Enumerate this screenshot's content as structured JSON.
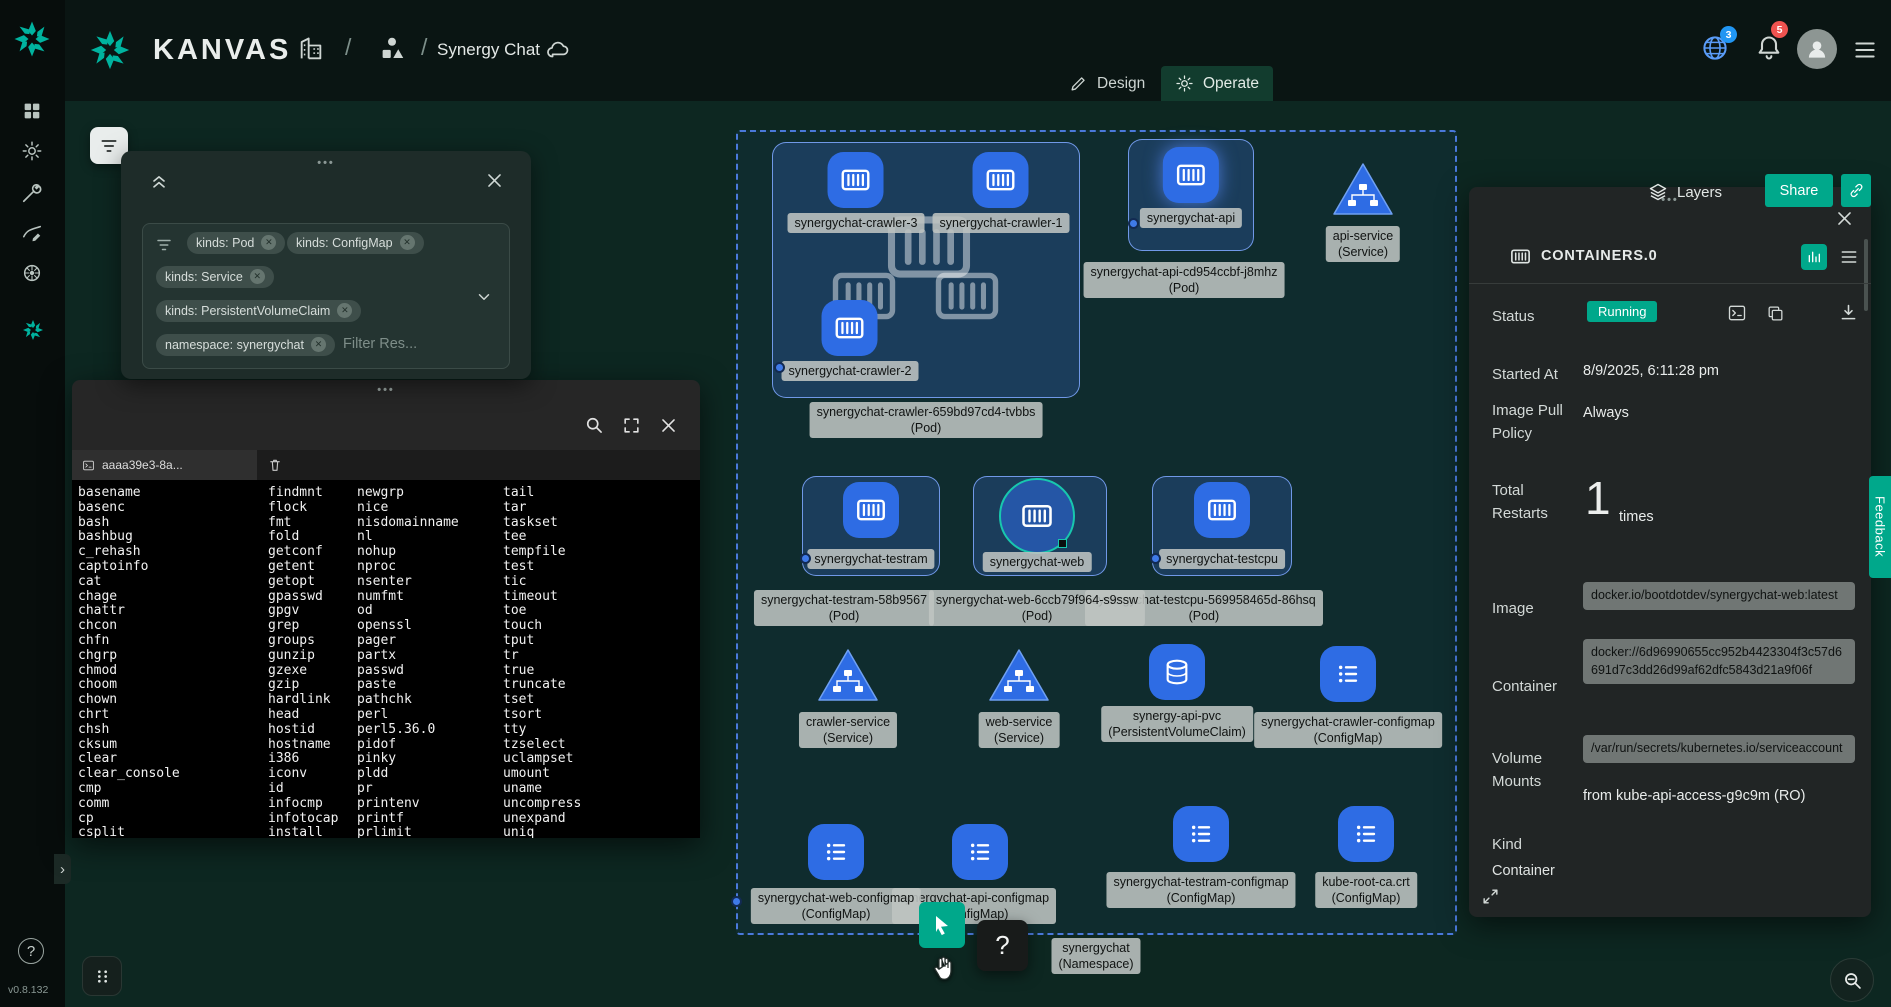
{
  "app": {
    "brand": "KANVAS",
    "version": "v0.8.132"
  },
  "glyphs": {
    "more": "•••",
    "question": "?",
    "slash": "/",
    "chevron_right": "›",
    "x": "✕"
  },
  "header": {
    "design_name": "Synergy Chat",
    "tabs": {
      "design": "Design",
      "operate": "Operate"
    },
    "badges": {
      "extensions": "3",
      "notifications": "5"
    }
  },
  "actions": {
    "layers": "Layers",
    "share": "Share"
  },
  "filter": {
    "chips": [
      "kinds: Pod",
      "kinds: ConfigMap",
      "kinds: Service",
      "kinds: PersistentVolumeClaim",
      "namespace: synergychat"
    ],
    "placeholder": "Filter Res..."
  },
  "terminal": {
    "tab_title": "aaaa39e3-8a...",
    "columns": [
      "basename\nbasenc\nbash\nbashbug\nc_rehash\ncaptoinfo\ncat\nchage\nchattr\nchcon\nchfn\nchgrp\nchmod\nchoom\nchown\nchrt\nchsh\ncksum\nclear\nclear_console\ncmp\ncomm\ncp\ncsplit",
      "findmnt\nflock\nfmt\nfold\ngetconf\ngetent\ngetopt\ngpasswd\ngpgv\ngrep\ngroups\ngunzip\ngzexe\ngzip\nhardlink\nhead\nhostid\nhostname\ni386\niconv\nid\ninfocmp\ninfotocap\ninstall",
      "newgrp\nnice\nnisdomainname\nnl\nnohup\nnproc\nnsenter\nnumfmt\nod\nopenssl\npager\npartx\npasswd\npaste\npathchk\nperl\nperl5.36.0\npidof\npinky\npldd\npr\nprintenv\nprintf\nprlimit",
      "tail\ntar\ntaskset\ntee\ntempfile\ntest\ntic\ntimeout\ntoe\ntouch\ntput\ntr\ntrue\ntruncate\ntset\ntsort\ntty\ntzselect\nuclampset\numount\nuname\nuncompress\nunexpand\nuniq"
    ]
  },
  "canvas": {
    "namespace_label": "synergychat\n(Namespace)",
    "nodes": {
      "crawler3": "synergychat-crawler-3",
      "crawler1": "synergychat-crawler-1",
      "crawler2": "synergychat-crawler-2",
      "crawler_pod": "synergychat-crawler-659bd97cd4-tvbbs\n(Pod)",
      "api": "synergychat-api",
      "api_pod": "synergychat-api-cd954ccbf-j8mhz\n(Pod)",
      "api_service": "api-service\n(Service)",
      "testram": "synergychat-testram",
      "testram_pod": "synergychat-testram-58b9567\n(Pod)",
      "web": "synergychat-web",
      "web_pod": "synergychat-web-6ccb79f964-s9ssw\n(Pod)",
      "testcpu": "synergychat-testcpu",
      "testcpu_pod": "synergychat-testcpu-569958465d-86hsq\n(Pod)",
      "crawler_service": "crawler-service\n(Service)",
      "web_service": "web-service\n(Service)",
      "pvc": "synergy-api-pvc\n(PersistentVolumeClaim)",
      "crawler_cm": "synergychat-crawler-configmap\n(ConfigMap)",
      "web_cm": "synergychat-web-configmap\n(ConfigMap)",
      "api_cm": "synergychat-api-configmap\n(ConfigMap)",
      "testram_cm": "synergychat-testram-configmap\n(ConfigMap)",
      "kube_root_cm": "kube-root-ca.crt\n(ConfigMap)"
    }
  },
  "details": {
    "title": "CONTAINERS.0",
    "status_label": "Status",
    "status_value": "Running",
    "started_label": "Started At",
    "started_value": "8/9/2025, 6:11:28 pm",
    "pull_label": "Image Pull Policy",
    "pull_value": "Always",
    "restarts_label": "Total Restarts",
    "restarts_value": "1",
    "restarts_unit": "times",
    "image_label": "Image",
    "image_value": "docker.io/bootdotdev/synergychat-web:latest",
    "container_label": "Container",
    "container_value": "docker://6d96990655cc952b4423304f3c57d6691d7c3dd26d99af62dfc5843d21a9f06f",
    "volume_label": "Volume Mounts",
    "volume_value": "/var/run/secrets/kubernetes.io/serviceaccount",
    "volume_from": "from kube-api-access-g9c9m (RO)",
    "kind_label": "Kind",
    "kind_value": "Container"
  },
  "feedback_label": "Feedback",
  "colors": {
    "accent": "#00B39F",
    "action_green": "#00A88B",
    "node_blue": "#2E6CE4",
    "status_running": "#00A88B",
    "badge_blue": "#2196F3",
    "badge_red": "#EF5350"
  }
}
